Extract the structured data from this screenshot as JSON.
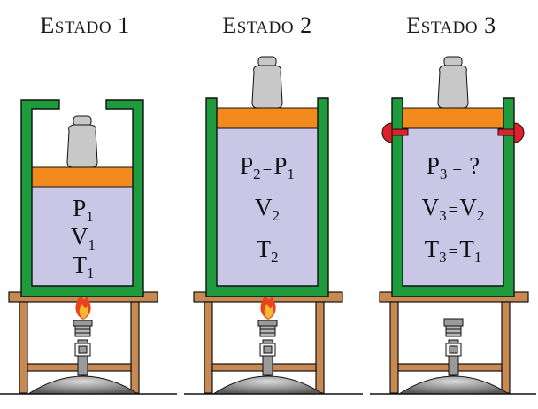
{
  "states": [
    {
      "title_first": "E",
      "title_rest": "STADO",
      "title_num": "1",
      "lines": [
        {
          "a": "P",
          "as": "1"
        },
        {
          "a": "V",
          "as": "1"
        },
        {
          "a": "T",
          "as": "1"
        }
      ]
    },
    {
      "title_first": "E",
      "title_rest": "STADO",
      "title_num": "2",
      "lines": [
        {
          "a": "P",
          "as": "2",
          "op": "=",
          "b": "P",
          "bs": "1"
        },
        {
          "a": "V",
          "as": "2"
        },
        {
          "a": "T",
          "as": "2"
        }
      ]
    },
    {
      "title_first": "E",
      "title_rest": "STADO",
      "title_num": "3",
      "lines": [
        {
          "a": "P",
          "as": "3",
          "op": "=",
          "b": "?"
        },
        {
          "a": "V",
          "as": "3",
          "op": "=",
          "b": "V",
          "bs": "2"
        },
        {
          "a": "T",
          "as": "3",
          "op": "=",
          "b": "T",
          "bs": "1"
        }
      ]
    }
  ],
  "colors": {
    "wall": "#1e9b3c",
    "wall_stroke": "#111111",
    "gas": "#c9c6e6",
    "piston": "#f28a1e",
    "weight": "#c8c8c8",
    "table": "#c88a52",
    "heater_plate": "#e2ebb0",
    "flame_outer": "#e8431c",
    "flame_inner": "#f7b733",
    "burner": "#9a9a9a",
    "stop": "#e0202a"
  }
}
